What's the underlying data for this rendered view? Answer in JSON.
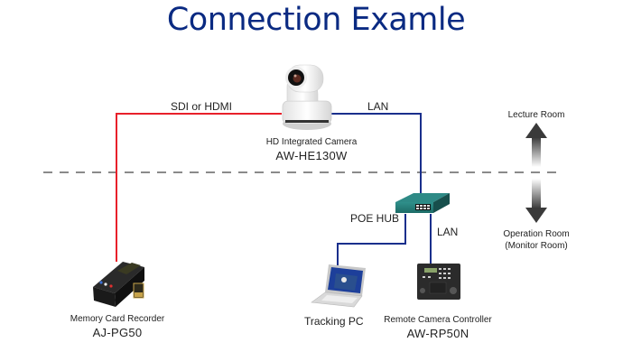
{
  "title": "Connection Examle",
  "connections": {
    "sdi_label": "SDI or HDMI",
    "lan_top_label": "LAN",
    "lan_bottom_label": "LAN",
    "sdi_color": "#e8202a",
    "lan_color": "#1a2f8c"
  },
  "zones": {
    "upper": "Lecture Room",
    "lower_line1": "Operation Room",
    "lower_line2": "(Monitor Room)"
  },
  "devices": {
    "camera": {
      "description": "HD Integrated Camera",
      "model": "AW-HE130W"
    },
    "hub": {
      "label": "POE HUB"
    },
    "recorder": {
      "description": "Memory Card Recorder",
      "model": "AJ-PG50"
    },
    "pc": {
      "label": "Tracking PC"
    },
    "controller": {
      "description": "Remote Camera Controller",
      "model": "AW-RP50N"
    }
  }
}
